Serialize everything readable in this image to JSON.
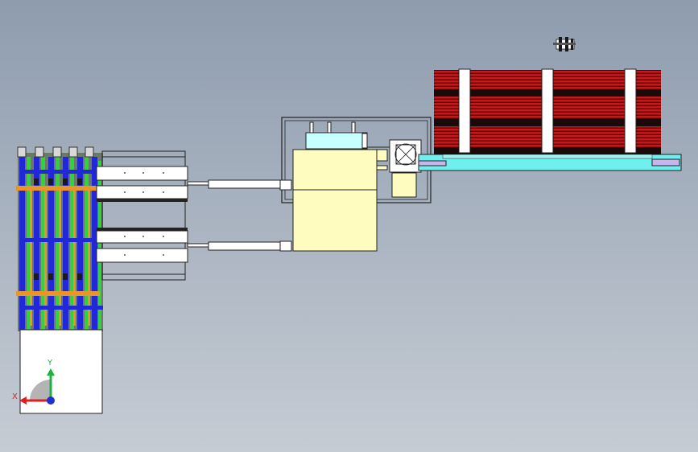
{
  "viewport": {
    "background_top": "#8e9cae",
    "background_bottom": "#c6ccd4"
  },
  "triad": {
    "x_label": "X",
    "y_label": "Y",
    "x_color": "#e02020",
    "y_color": "#20b040",
    "z_color": "#2030d0"
  },
  "colors": {
    "rack_green": "#33d040",
    "rack_blue": "#2028d8",
    "rack_orange": "#e8962a",
    "panel_yellow": "#fffcc0",
    "panel_cyan": "#c8ffff",
    "stack_red": "#b01818",
    "stack_dark": "#1a0a0a",
    "rail_cyan": "#6ff0ee",
    "rail_lavender": "#c7b6ee"
  },
  "components": [
    {
      "name": "vertical-rack-assembly",
      "color": "#33d040"
    },
    {
      "name": "conveyor-rails",
      "color": "#ffffff"
    },
    {
      "name": "push-rods",
      "color": "#ffffff"
    },
    {
      "name": "central-frame",
      "color": "#ffffff"
    },
    {
      "name": "yellow-housing",
      "color": "#fffcc0"
    },
    {
      "name": "motor-unit",
      "color": "#ffffff"
    },
    {
      "name": "cyan-carriage",
      "color": "#c8ffff"
    },
    {
      "name": "stacked-sheet-magazine",
      "color": "#b01818"
    },
    {
      "name": "base-track",
      "color": "#6ff0ee"
    },
    {
      "name": "floating-part",
      "color": "#ffffff"
    }
  ]
}
